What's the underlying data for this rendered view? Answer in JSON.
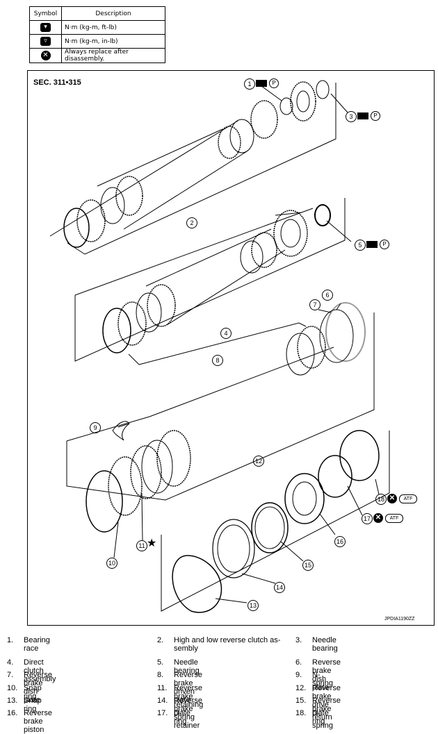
{
  "legend": {
    "header_symbol": "Symbol",
    "header_description": "Description",
    "rows": [
      {
        "icon": "torque-wrench-icon",
        "text": "N·m (kg-m, ft-lb)"
      },
      {
        "icon": "torque-wrench-small-icon",
        "text": "N·m (kg-m, in-lb)"
      },
      {
        "icon": "replace-x-icon",
        "text": "Always replace after disassembly."
      }
    ]
  },
  "diagram": {
    "section": "SEC. 311•315",
    "code": "JPDIA1190ZZ",
    "callouts": [
      "1",
      "2",
      "3",
      "4",
      "5",
      "6",
      "7",
      "8",
      "9",
      "10",
      "11",
      "12",
      "13",
      "14",
      "15",
      "16",
      "17",
      "18"
    ],
    "petroleum_jelly": "P",
    "atf": "ATF",
    "star": "★"
  },
  "parts": [
    {
      "n": "1.",
      "name": "Bearing race"
    },
    {
      "n": "2.",
      "name": "High and low reverse clutch as-\nsembly"
    },
    {
      "n": "3.",
      "name": "Needle bearing"
    },
    {
      "n": "4.",
      "name": "Direct clutch assembly"
    },
    {
      "n": "5.",
      "name": "Needle bearing"
    },
    {
      "n": "6.",
      "name": "Reverse brake dish plate"
    },
    {
      "n": "7.",
      "name": "Reverse brake dish plate"
    },
    {
      "n": "8.",
      "name": "Reverse brake driven plate"
    },
    {
      "n": "9.",
      "name": "N-spring"
    },
    {
      "n": "10.",
      "name": "Snap ring"
    },
    {
      "n": "11.",
      "name": "Reverse brake retaining plate"
    },
    {
      "n": "12.",
      "name": "Reverse brake drive plate"
    },
    {
      "n": "13.",
      "name": "Snap ring"
    },
    {
      "n": "14.",
      "name": "Reverse brake spring retainer"
    },
    {
      "n": "15.",
      "name": "Reverse brake return spring"
    },
    {
      "n": "16.",
      "name": "Reverse brake piston"
    },
    {
      "n": "17.",
      "name": "D-ring"
    },
    {
      "n": "18.",
      "name": "D-ring"
    }
  ]
}
